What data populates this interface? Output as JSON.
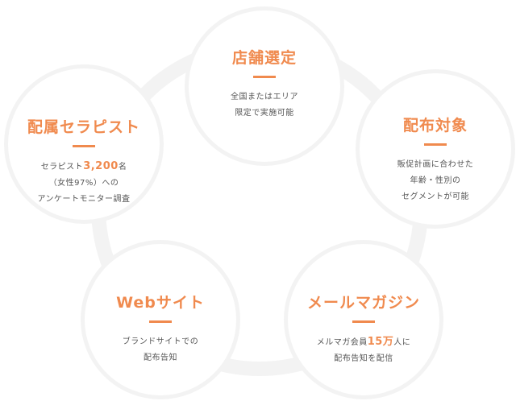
{
  "nodes": [
    {
      "title": "店舗選定",
      "lines": [
        "全国またはエリア",
        "限定で実施可能"
      ]
    },
    {
      "title": "配属セラピスト",
      "line1_pre": "セラピスト",
      "line1_em": "3,200",
      "line1_post": "名",
      "line2": "（女性97%）への",
      "line3": "アンケートモニター調査"
    },
    {
      "title": "配布対象",
      "lines": [
        "販促計画に合わせた",
        "年齢・性別の",
        "セグメントが可能"
      ]
    },
    {
      "title": "Webサイト",
      "lines": [
        "ブランドサイトでの",
        "配布告知"
      ]
    },
    {
      "title": "メールマガジン",
      "line1_pre": "メルマガ会員",
      "line1_em": "15万",
      "line1_post": "人に",
      "line2": "配布告知を配信"
    }
  ],
  "colors": {
    "accent": "#f08a4e",
    "ring": "#f3f3f3",
    "text": "#555555"
  }
}
